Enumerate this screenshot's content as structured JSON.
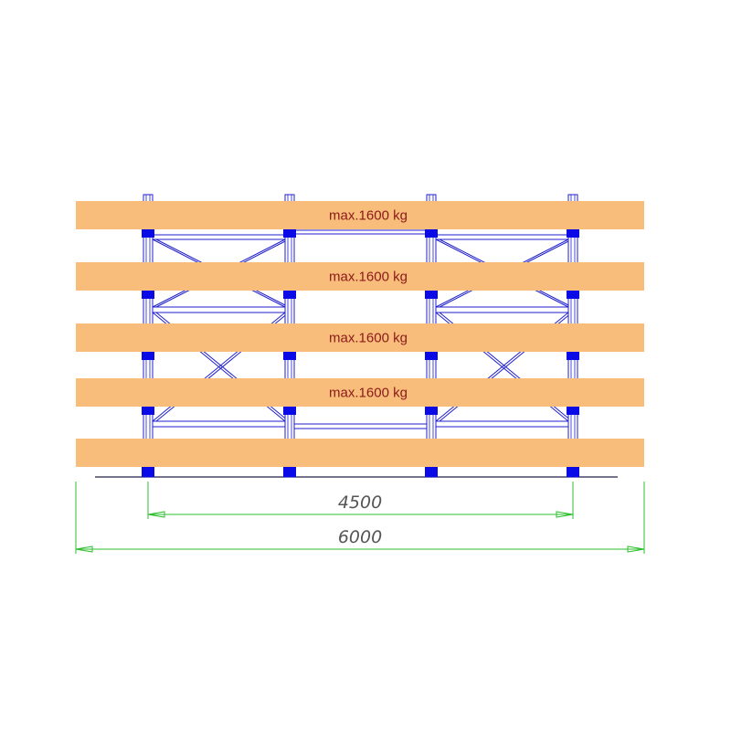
{
  "drawing": {
    "colors": {
      "background": "#ffffff",
      "beam_fill": "#f9bd7b",
      "column_stroke": "#1f1fd0",
      "column_joint": "#0a0ae6",
      "floor_line": "#222244",
      "dimension_line": "#2dbf2d",
      "load_text": "#8b1a1a",
      "dimension_text": "#555555"
    },
    "levels": [
      {
        "load_label": "max.1600 kg"
      },
      {
        "load_label": "max.1600 kg"
      },
      {
        "load_label": "max.1600 kg"
      },
      {
        "load_label": "max.1600 kg"
      },
      {
        "load_label": ""
      }
    ],
    "column_count": 4,
    "dimensions": {
      "inner_span": "4500",
      "overall_length": "6000"
    }
  }
}
